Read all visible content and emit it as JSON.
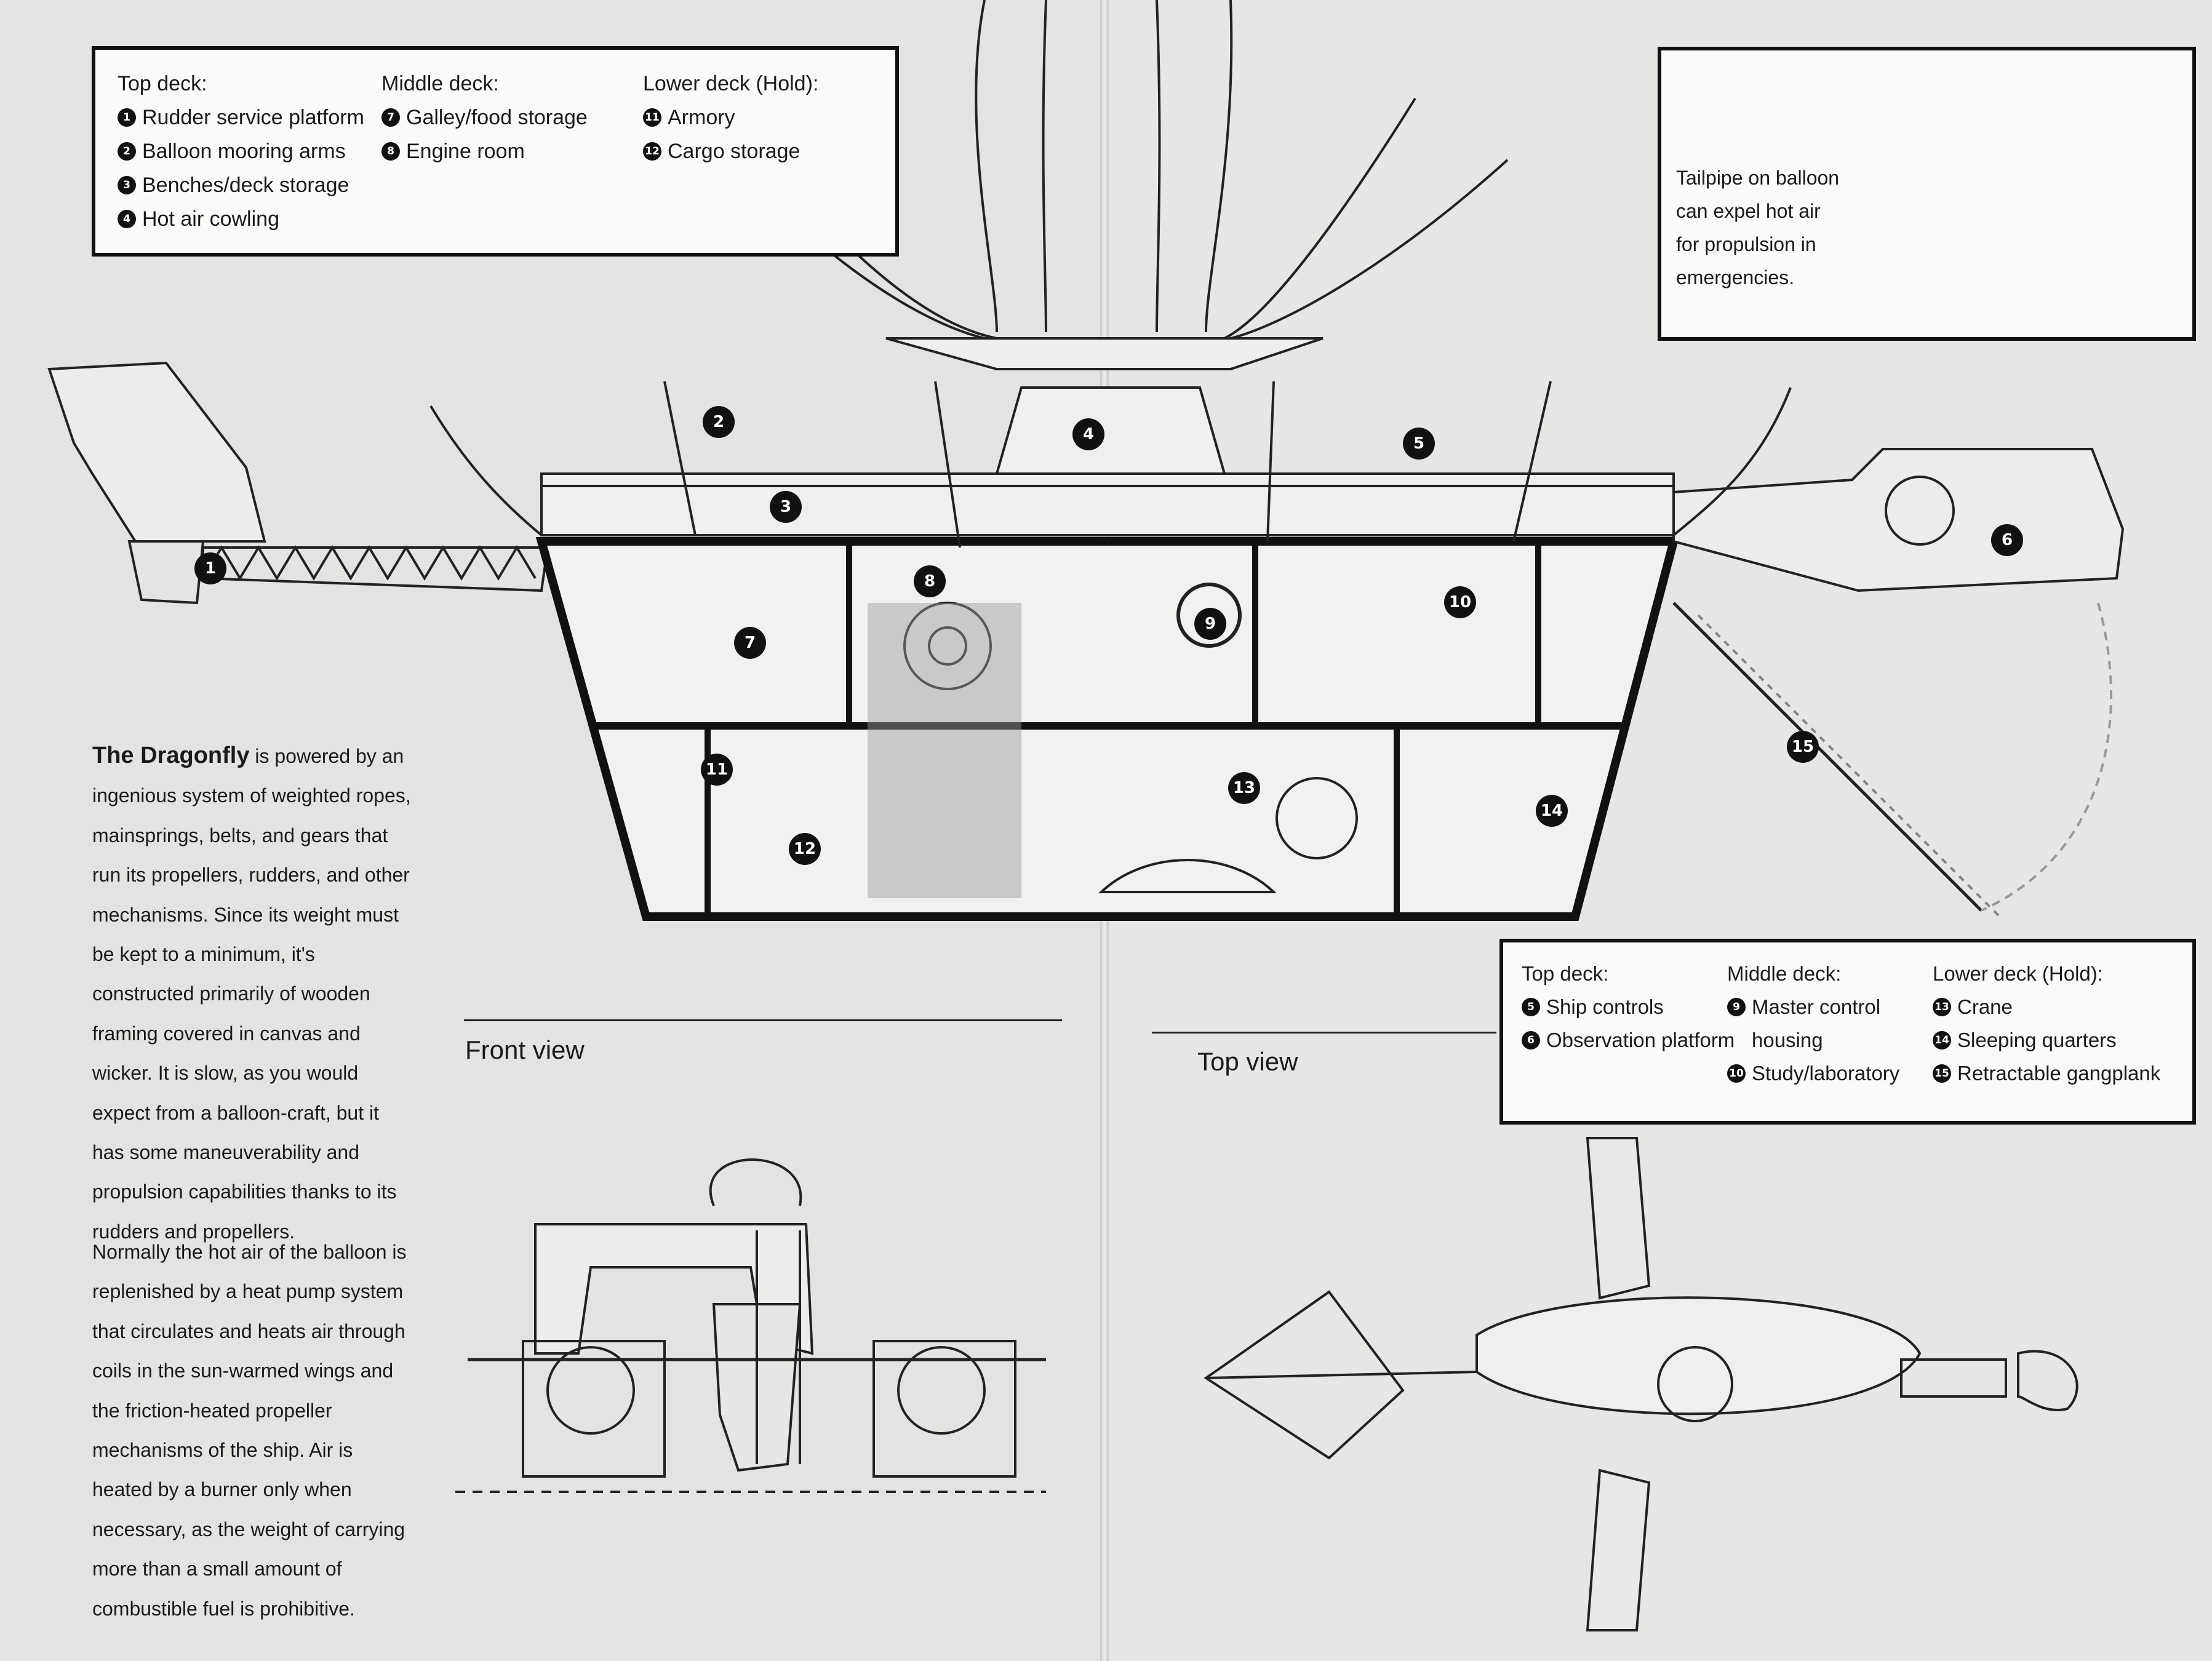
{
  "legend_top": {
    "columns": [
      {
        "header": "Top deck:",
        "items": [
          {
            "num": "1",
            "label": "Rudder service platform"
          },
          {
            "num": "2",
            "label": "Balloon mooring arms"
          },
          {
            "num": "3",
            "label": "Benches/deck storage"
          },
          {
            "num": "4",
            "label": "Hot air cowling"
          }
        ]
      },
      {
        "header": "Middle deck:",
        "items": [
          {
            "num": "7",
            "label": "Galley/food storage"
          },
          {
            "num": "8",
            "label": "Engine room"
          }
        ]
      },
      {
        "header": "Lower deck (Hold):",
        "items": [
          {
            "num": "11",
            "label": "Armory"
          },
          {
            "num": "12",
            "label": "Cargo storage"
          }
        ]
      }
    ]
  },
  "legend_bottom": {
    "columns": [
      {
        "header": "Top deck:",
        "items": [
          {
            "num": "5",
            "label": "Ship controls"
          },
          {
            "num": "6",
            "label": "Observation platform"
          }
        ]
      },
      {
        "header": "Middle deck:",
        "items": [
          {
            "num": "9",
            "label": "Master control housing"
          },
          {
            "num": "10",
            "label": "Study/laboratory"
          }
        ]
      },
      {
        "header": "Lower deck (Hold):",
        "items": [
          {
            "num": "13",
            "label": "Crane"
          },
          {
            "num": "14",
            "label": "Sleeping quarters"
          },
          {
            "num": "15",
            "label": "Retractable gangplank"
          }
        ]
      }
    ]
  },
  "inset": {
    "text": "Tailpipe on balloon can expel hot air for propulsion in emergencies."
  },
  "body": {
    "title": "The Dragonfly",
    "p1": "is powered by an ingenious system of weighted ropes, mainsprings, belts, and gears that run its propellers, rudders, and other mechanisms. Since its weight must be kept to a minimum, it's constructed primarily of wooden framing covered in canvas and wicker. It is slow, as you would expect from a balloon-craft, but it has some maneuverability and propulsion capabilities thanks to its rudders and propellers.",
    "p2": "Normally the hot air of the balloon is replenished by a heat pump system that circulates and heats air through coils in the sun-warmed wings and the friction-heated propeller mechanisms of the ship. Air is heated by a burner only when necessary, as the weight of carrying more than a small amount of combustible fuel is prohibitive."
  },
  "views": {
    "front": "Front view",
    "top": "Top view"
  },
  "markers": [
    "1",
    "2",
    "3",
    "4",
    "5",
    "6",
    "7",
    "8",
    "9",
    "10",
    "11",
    "12",
    "13",
    "14",
    "15"
  ]
}
